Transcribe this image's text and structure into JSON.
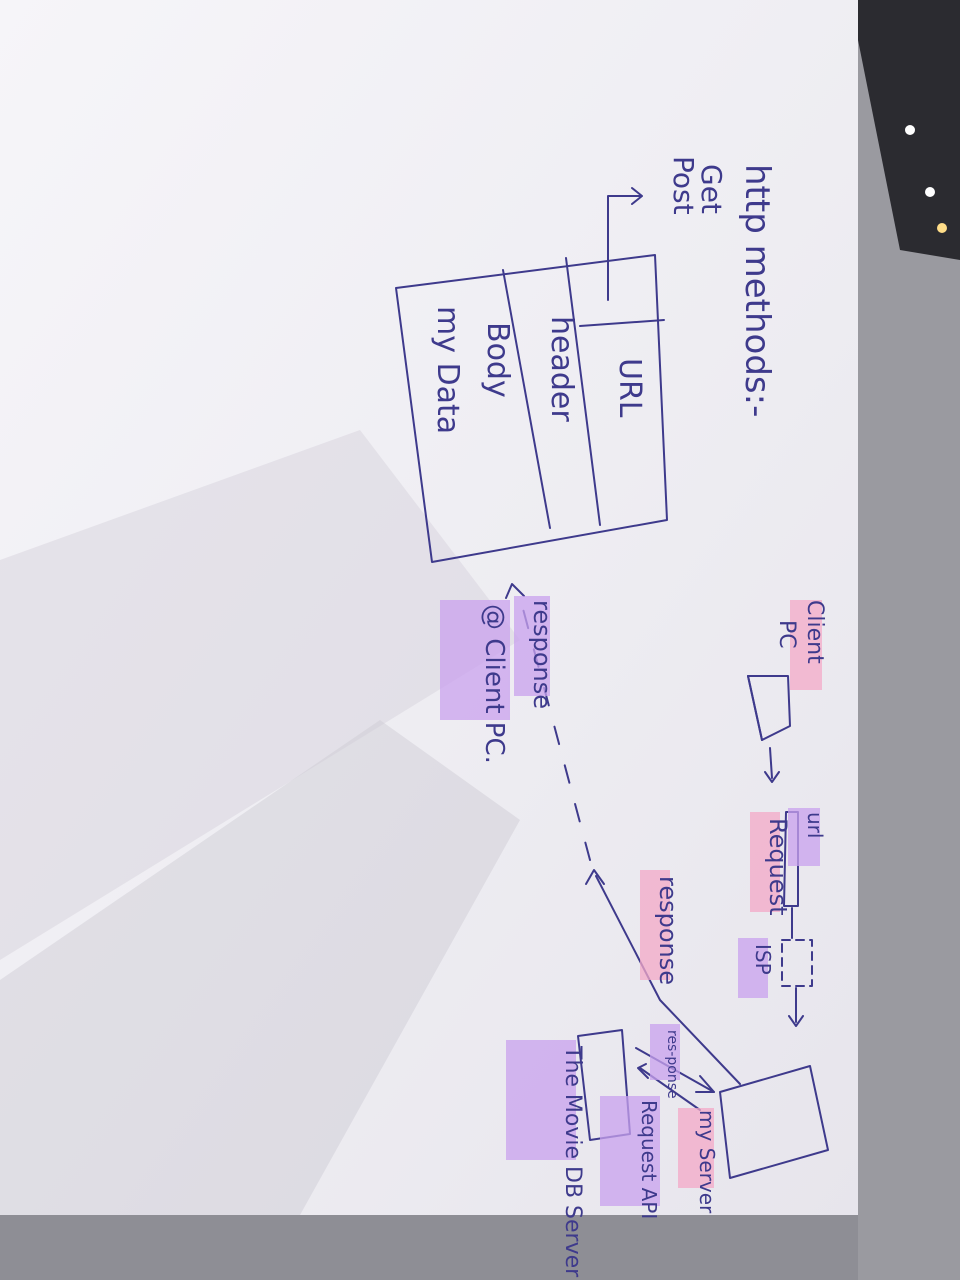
{
  "colors": {
    "ink": "#3e3a8c",
    "paper": "#f2f1f5",
    "shadow": "#a8a7b0",
    "highlight_pink": "#f4a9c8",
    "highlight_purple": "#c9a2ee",
    "background": "#9a9aa0"
  },
  "labels": {
    "title": "http methods:-",
    "method_get": "Get",
    "method_post": "Post",
    "box_url": "URL",
    "box_header": "header",
    "box_body": "Body",
    "box_data": "my Data",
    "client_title": "Client",
    "client_pc": "PC",
    "request_url": "url",
    "request": "Request",
    "isp": "ISP",
    "response_top": "response",
    "my_server": "my Server",
    "request_api": "Request API",
    "response_short": "res-ponse",
    "movie_db": "The Movie DB Server",
    "response_bottom": "response",
    "client_pc_bottom": "@ Client PC."
  }
}
